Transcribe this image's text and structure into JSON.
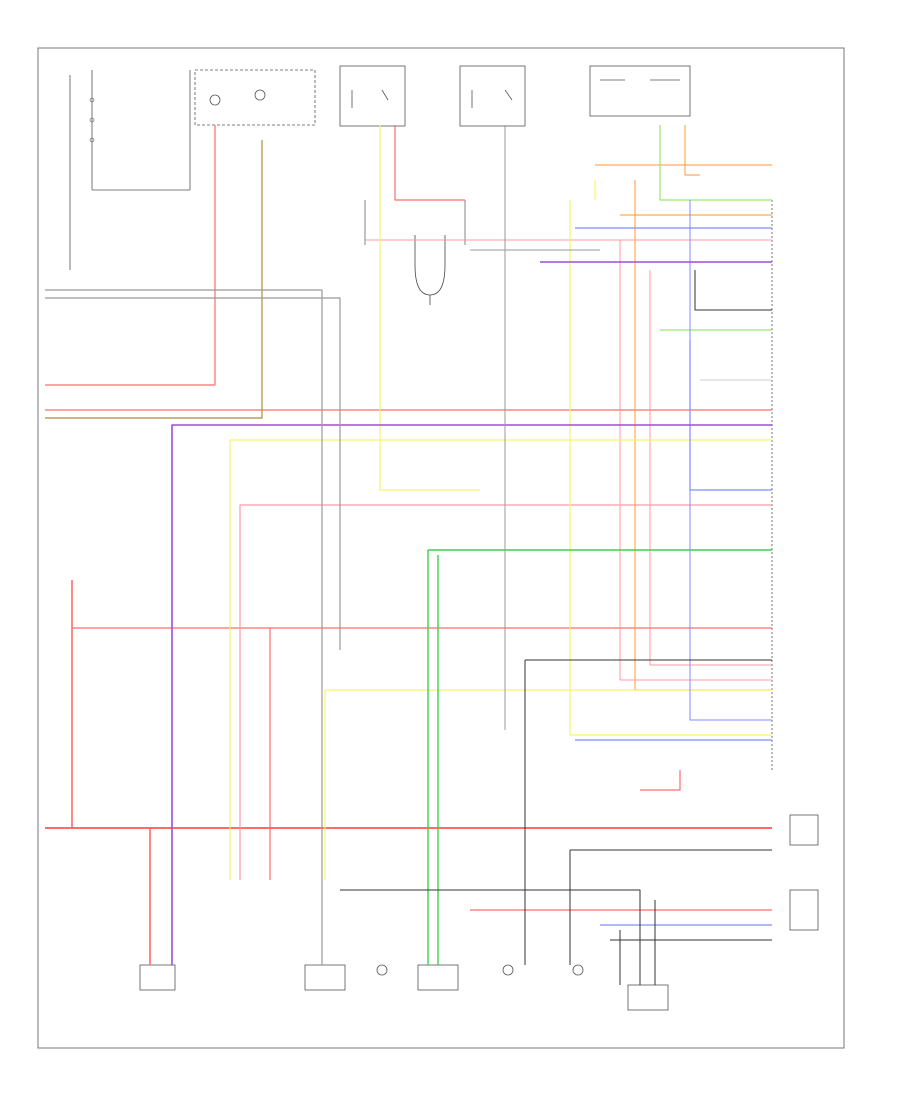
{
  "page_label": "",
  "components": [
    {
      "id": "ignition_switch",
      "name": ""
    },
    {
      "id": "under_dash_fuse_box",
      "name": ""
    },
    {
      "id": "knock_sensor_1",
      "name": ""
    },
    {
      "id": "knock_sensor_2",
      "name": ""
    },
    {
      "id": "throttle_sensor",
      "name": ""
    },
    {
      "id": "ecm",
      "name": ""
    },
    {
      "id": "blower_sensor",
      "name": ""
    },
    {
      "id": "engine_coolant_temp_sensor",
      "name": ""
    },
    {
      "id": "vehicle_speed_sensor",
      "name": ""
    },
    {
      "id": "data_link_connector",
      "name": ""
    },
    {
      "id": "camshaft_position_sensor",
      "name": ""
    },
    {
      "id": "crankshaft_position_sensor",
      "name": ""
    },
    {
      "id": "transmission_range_switch",
      "name": ""
    },
    {
      "id": "oxygen_sensor",
      "name": ""
    },
    {
      "id": "fuel_pump_relay",
      "name": ""
    }
  ],
  "wire_colors": {
    "red": "#ff6b6b",
    "pink": "#ff9aa2",
    "yellow": "#f7f56a",
    "green": "#3fcf4a",
    "light_green": "#9be86a",
    "blue": "#7f8cff",
    "violet": "#9b4fd6",
    "orange": "#ffab55",
    "brown": "#b08a3a",
    "gray": "#9a9a9a",
    "black": "#333333",
    "white": "#cfcfcf"
  }
}
